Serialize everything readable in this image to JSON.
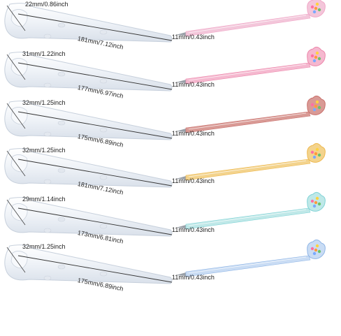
{
  "product_rows": [
    {
      "width_label": "22mm/0.86inch",
      "length_label": "181mm/7.12inch",
      "tip_label": "11mm/0.43inch",
      "pen_color": "#f3c6da",
      "accent": "#f1a7c7"
    },
    {
      "width_label": "31mm/1.22inch",
      "length_label": "177mm/6.97inch",
      "tip_label": "11mm/0.43inch",
      "pen_color": "#f5b8cf",
      "accent": "#ec86aa"
    },
    {
      "width_label": "32mm/1.25inch",
      "length_label": "175mm/6.89inch",
      "tip_label": "11mm/0.43inch",
      "pen_color": "#d99a95",
      "accent": "#c9706c"
    },
    {
      "width_label": "32mm/1.25inch",
      "length_label": "181mm/7.12inch",
      "tip_label": "11mm/0.43inch",
      "pen_color": "#f3d38d",
      "accent": "#eeb84d"
    },
    {
      "width_label": "29mm/1.14inch",
      "length_label": "173mm/6.81inch",
      "tip_label": "11mm/0.43inch",
      "pen_color": "#bfe8e8",
      "accent": "#7fd3d6"
    },
    {
      "width_label": "32mm/1.25inch",
      "length_label": "175mm/6.89inch",
      "tip_label": "11mm/0.43inch",
      "pen_color": "#c9dcf4",
      "accent": "#8fb5e6"
    }
  ],
  "mold_color": "#eef2f7"
}
